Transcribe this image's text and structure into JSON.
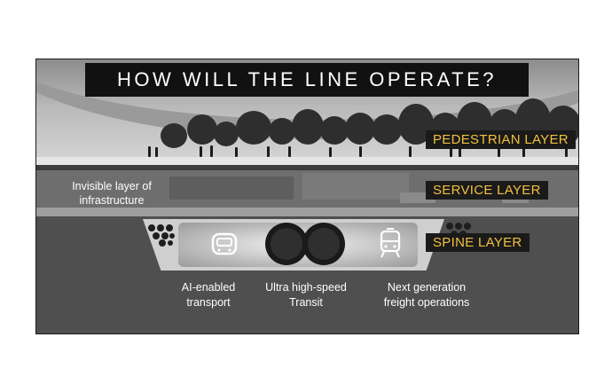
{
  "title": "HOW WILL THE LINE OPERATE?",
  "layers": {
    "pedestrian": "PEDESTRIAN LAYER",
    "service": "SERVICE LAYER",
    "spine": "SPINE LAYER"
  },
  "infrastructure_note": [
    "Invisible layer of",
    "infrastructure"
  ],
  "captions": {
    "ai": [
      "AI-enabled",
      "transport"
    ],
    "transit": [
      "Ultra high-speed",
      "Transit"
    ],
    "freight": [
      "Next generation",
      "freight operations"
    ]
  },
  "colors": {
    "label_text": "#f3c03c",
    "label_bg": "#1a1a1a",
    "title_bg": "#111111"
  },
  "icons": [
    "autonomous-pod-icon",
    "tunnel-pods-icon",
    "freight-train-icon",
    "tunnel-lights-icon"
  ]
}
